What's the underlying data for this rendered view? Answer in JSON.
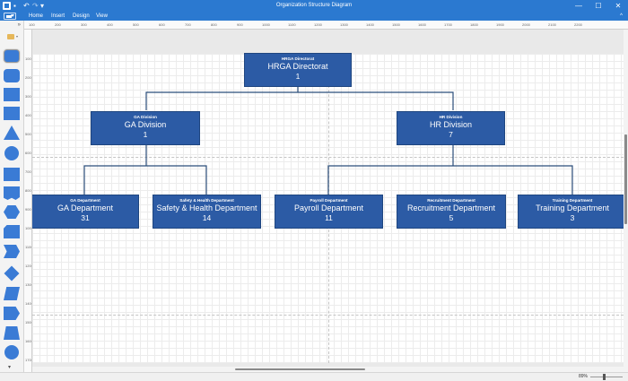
{
  "window": {
    "title": "Organization Structure Diagram",
    "undo_icon": "↶",
    "redo_icon": "↷",
    "qa_dropdown": "▾",
    "min_icon": "—",
    "max_icon": "☐",
    "close_icon": "✕"
  },
  "ribbon": {
    "tabs": [
      "Home",
      "Insert",
      "Design",
      "View"
    ],
    "collapse_icon": "^"
  },
  "toolbox": {
    "expand_icon": "»",
    "scroll_down_icon": "▾"
  },
  "ruler": {
    "top_ticks": [
      "100",
      "200",
      "300",
      "400",
      "500",
      "600",
      "700",
      "800",
      "900",
      "1000",
      "1100",
      "1200",
      "1300",
      "1400",
      "1500",
      "1600",
      "1700",
      "1800",
      "1900",
      "2000",
      "2100",
      "2200"
    ],
    "left_ticks": [
      "100",
      "200",
      "300",
      "400",
      "500",
      "600",
      "700",
      "800",
      "900",
      "1000",
      "1100",
      "1200",
      "1300",
      "1400",
      "1500",
      "1600",
      "1700"
    ]
  },
  "org": {
    "root": {
      "small": "HRGA Directorat",
      "title": "HRGA Directorat",
      "count": "1"
    },
    "divisions": [
      {
        "small": "GA Division",
        "title": "GA Division",
        "count": "1"
      },
      {
        "small": "HR Division",
        "title": "HR Division",
        "count": "7"
      }
    ],
    "departments": [
      {
        "small": "GA Department",
        "title": "GA Department",
        "count": "31"
      },
      {
        "small": "Safety & Health Department",
        "title": "Safety & Health Department",
        "count": "14"
      },
      {
        "small": "Payroll Department",
        "title": "Payroll Department",
        "count": "11"
      },
      {
        "small": "Recruitment Department",
        "title": "Recruitment Department",
        "count": "5"
      },
      {
        "small": "Training Department",
        "title": "Training Department",
        "count": "3"
      }
    ]
  },
  "status": {
    "zoom": "89%"
  },
  "colors": {
    "accent": "#2b79d0",
    "node_fill": "#2c5ba5",
    "connector": "#2b4e7a"
  }
}
